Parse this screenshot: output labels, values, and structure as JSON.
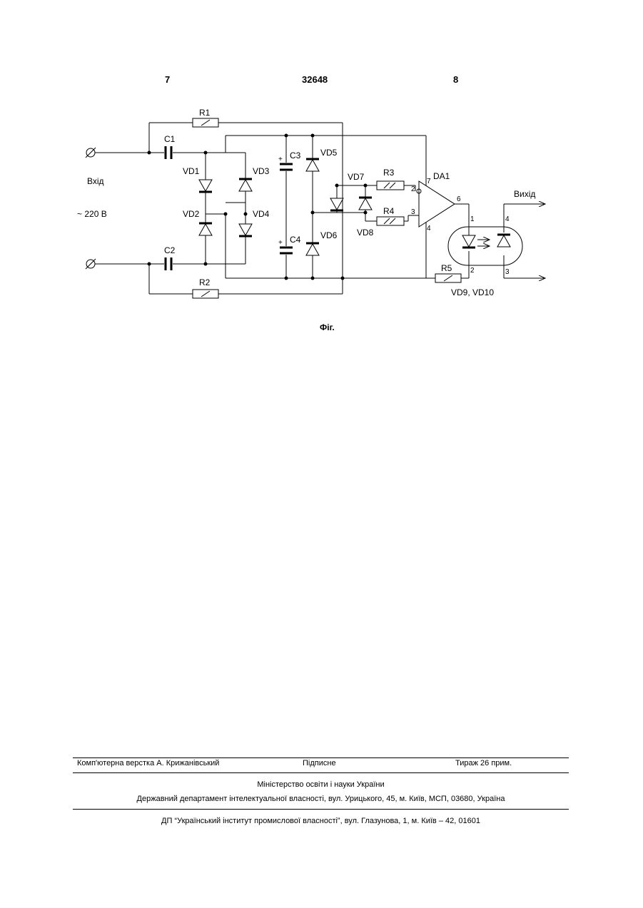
{
  "header": {
    "page_left": "7",
    "patent_number": "32648",
    "page_right": "8"
  },
  "figure": {
    "labels": {
      "input": "Вхід",
      "voltage": "~ 220 В",
      "output": "Вихід",
      "r1": "R1",
      "r2": "R2",
      "r3": "R3",
      "r4": "R4",
      "r5": "R5",
      "c1": "C1",
      "c2": "C2",
      "c3": "C3",
      "c4": "C4",
      "vd1": "VD1",
      "vd2": "VD2",
      "vd3": "VD3",
      "vd4": "VD4",
      "vd5": "VD5",
      "vd6": "VD6",
      "vd7": "VD7",
      "vd8": "VD8",
      "da1": "DA1",
      "optocoupler": "VD9, VD10",
      "plus": "+",
      "pin1": "1",
      "pin2": "2",
      "pin3": "3",
      "pin4": "4",
      "pin6": "6",
      "pin7": "7"
    },
    "caption": "Фіг."
  },
  "footer": {
    "layout": "Комп'ютерна верстка А. Крижанівський",
    "signed": "Підписне",
    "circulation": "Тираж 26 прим.",
    "ministry": "Міністерство освіти і науки України",
    "department": "Державний департамент інтелектуальної власності, вул. Урицького, 45, м. Київ, МСП, 03680, Україна",
    "institute": "ДП “Український інститут промислової власності”, вул. Глазунова, 1, м. Київ – 42, 01601"
  }
}
